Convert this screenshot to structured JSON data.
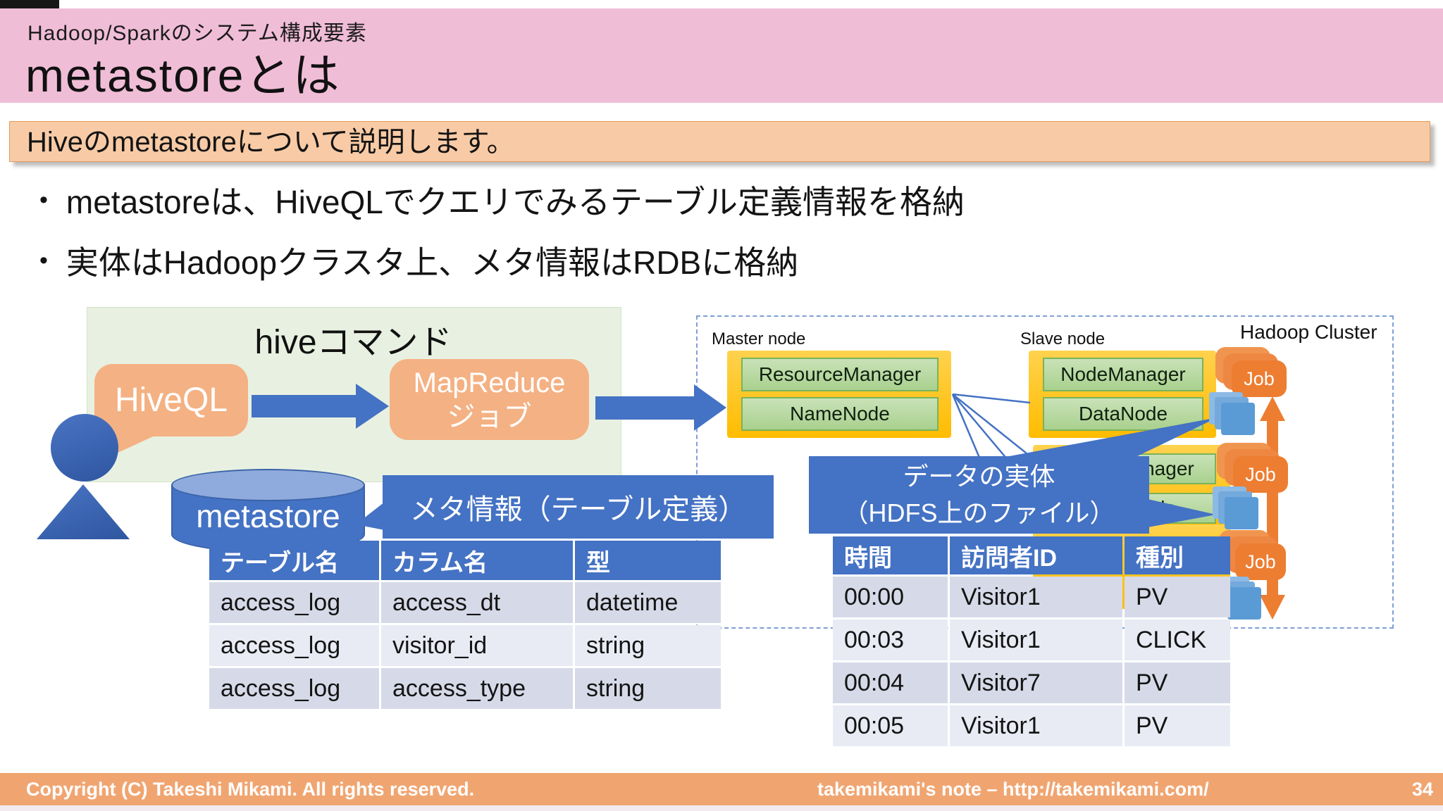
{
  "slide": {
    "kicker": "Hadoop/Sparkのシステム構成要素",
    "title": "metastoreとは",
    "lead": "Hiveのmetastoreについて説明します。",
    "bullet_glyph": "•",
    "bullets": [
      "metastoreは、HiveQLでクエリでみるテーブル定義情報を格納",
      "実体はHadoopクラスタ上、メタ情報はRDBに格納"
    ]
  },
  "hive_flow": {
    "panel_title": "hiveコマンド",
    "hiveql_label": "HiveQL",
    "mapreduce_line1": "MapReduce",
    "mapreduce_line2": "ジョブ",
    "metastore_label": "metastore",
    "metainfo_callout": "メタ情報（テーブル定義）"
  },
  "cluster": {
    "title": "Hadoop Cluster",
    "master_label": "Master node",
    "slave_label": "Slave node",
    "resource_manager": "ResourceManager",
    "name_node": "NameNode",
    "node_manager": "NodeManager",
    "data_node": "DataNode",
    "job_label": "Job",
    "data_callout_line1": "データの実体",
    "data_callout_line2": "（HDFS上のファイル）"
  },
  "metastore_table": {
    "headers": [
      "テーブル名",
      "カラム名",
      "型"
    ],
    "rows": [
      [
        "access_log",
        "access_dt",
        "datetime"
      ],
      [
        "access_log",
        "visitor_id",
        "string"
      ],
      [
        "access_log",
        "access_type",
        "string"
      ]
    ]
  },
  "access_data_table": {
    "headers": [
      "時間",
      "訪問者ID",
      "種別"
    ],
    "rows": [
      [
        "00:00",
        "Visitor1",
        "PV"
      ],
      [
        "00:03",
        "Visitor1",
        "CLICK"
      ],
      [
        "00:04",
        "Visitor7",
        "PV"
      ],
      [
        "00:05",
        "Visitor1",
        "PV"
      ]
    ]
  },
  "footer": {
    "copyright": "Copyright (C) Takeshi Mikami. All rights reserved.",
    "site": "takemikami's note – http://takemikami.com/",
    "page": "34"
  },
  "colors": {
    "header_pink": "#F0BDD7",
    "lead_orange": "#F8CBA6",
    "footer_orange": "#F0A571",
    "accent_blue": "#4472C4",
    "cylinder_top_blue": "#8FAADC",
    "node_gold": "#FFC000",
    "component_green": "#A9D18E",
    "panel_green": "#E8F1E1",
    "job_orange": "#ED7D31",
    "block_blue": "#5B9BD5",
    "table_row_dark": "#D6DAE8",
    "table_row_light": "#E9EBF4"
  }
}
